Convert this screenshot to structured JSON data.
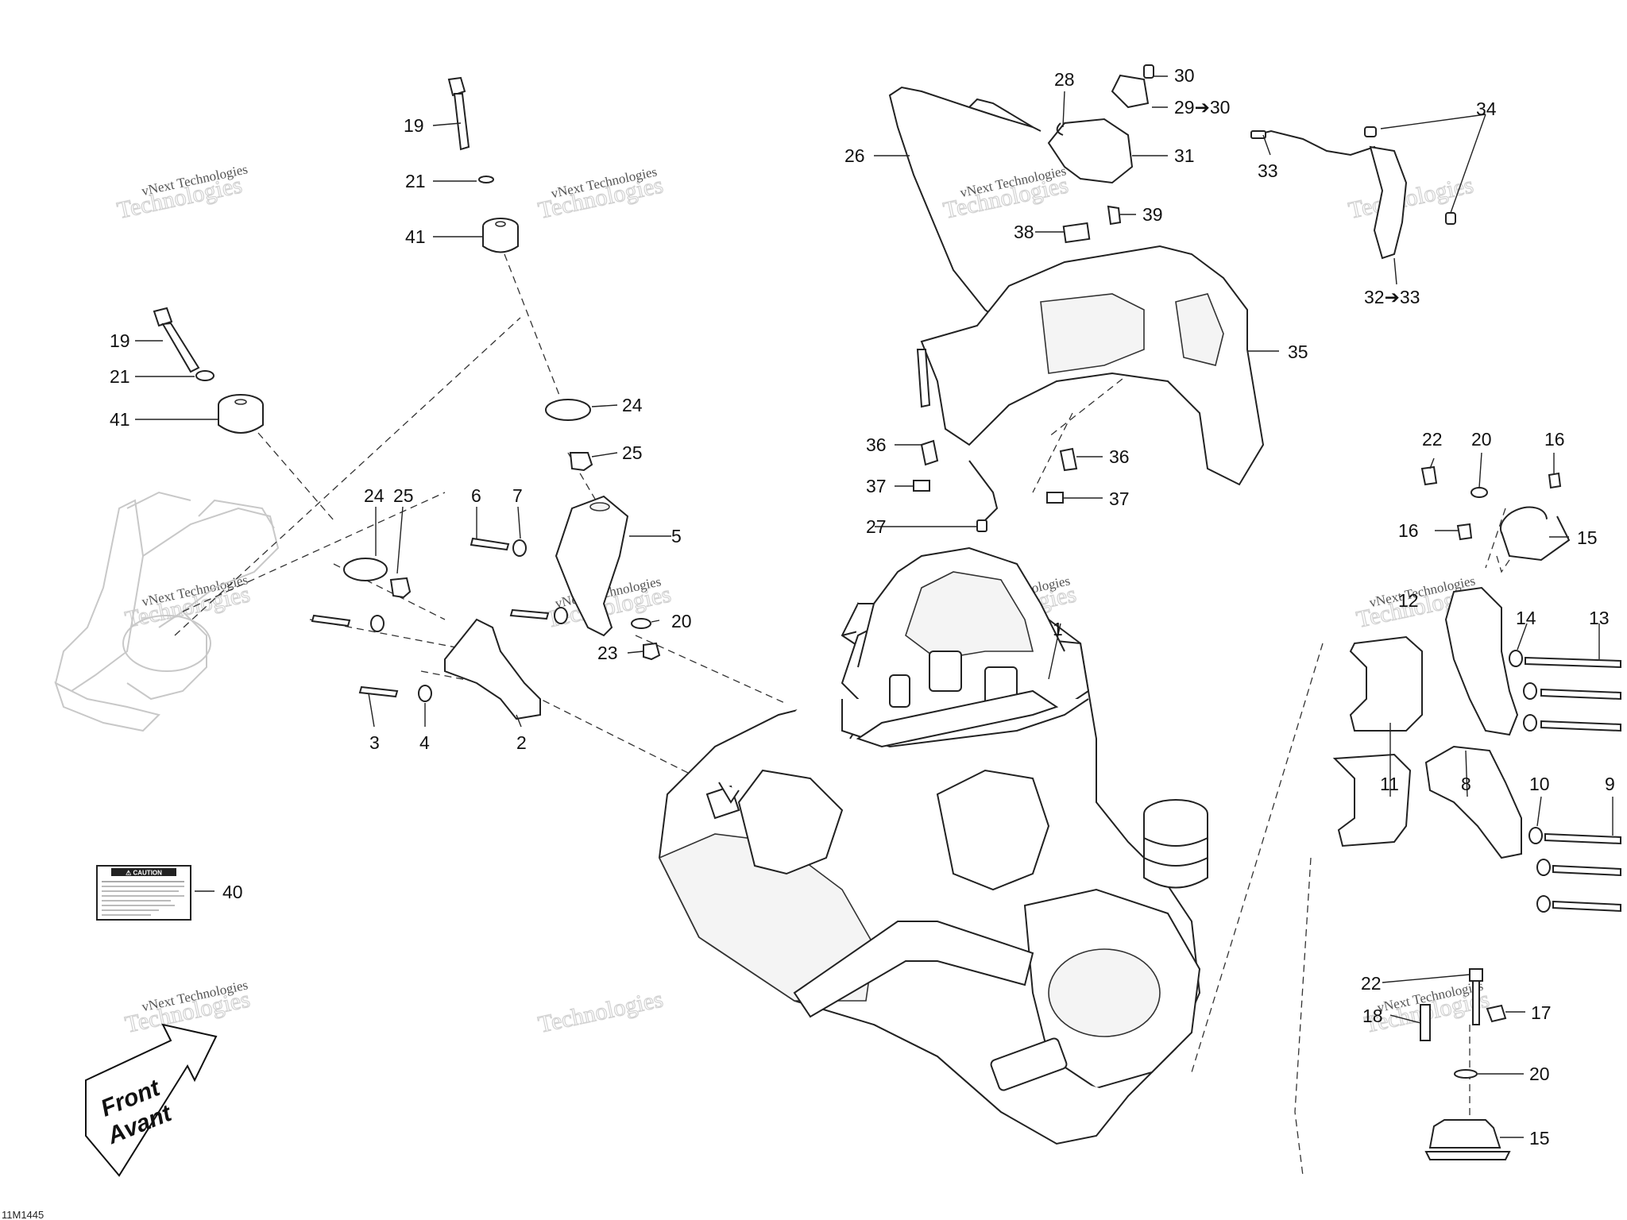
{
  "watermark": {
    "line1": "vNext Technologies",
    "line2": "Technologies",
    "line3": "vNext"
  },
  "front_arrow": {
    "line1": "Front",
    "line2": "Avant"
  },
  "caution_label": {
    "title": "⚠ CAUTION"
  },
  "drawing_code": "11M1445",
  "callouts": {
    "c1": "1",
    "c2": "2",
    "c3": "3",
    "c4": "4",
    "c5": "5",
    "c6": "6",
    "c7": "7",
    "c8": "8",
    "c9": "9",
    "c10": "10",
    "c11": "11",
    "c12": "12",
    "c13": "13",
    "c14": "14",
    "c15a": "15",
    "c15b": "15",
    "c16a": "16",
    "c16b": "16",
    "c17": "17",
    "c18": "18",
    "c19a": "19",
    "c19b": "19",
    "c20a": "20",
    "c20b": "20",
    "c20c": "20",
    "c21a": "21",
    "c21b": "21",
    "c22a": "22",
    "c22b": "22",
    "c23": "23",
    "c24a": "24",
    "c24b": "24",
    "c25a": "25",
    "c25b": "25",
    "c26": "26",
    "c27": "27",
    "c28": "28",
    "c29": "29➔30",
    "c30": "30",
    "c31": "31",
    "c32": "32➔33",
    "c33": "33",
    "c34": "34",
    "c35": "35",
    "c36a": "36",
    "c36b": "36",
    "c37a": "37",
    "c37b": "37",
    "c38": "38",
    "c39": "39",
    "c40": "40",
    "c41a": "41",
    "c41b": "41"
  }
}
